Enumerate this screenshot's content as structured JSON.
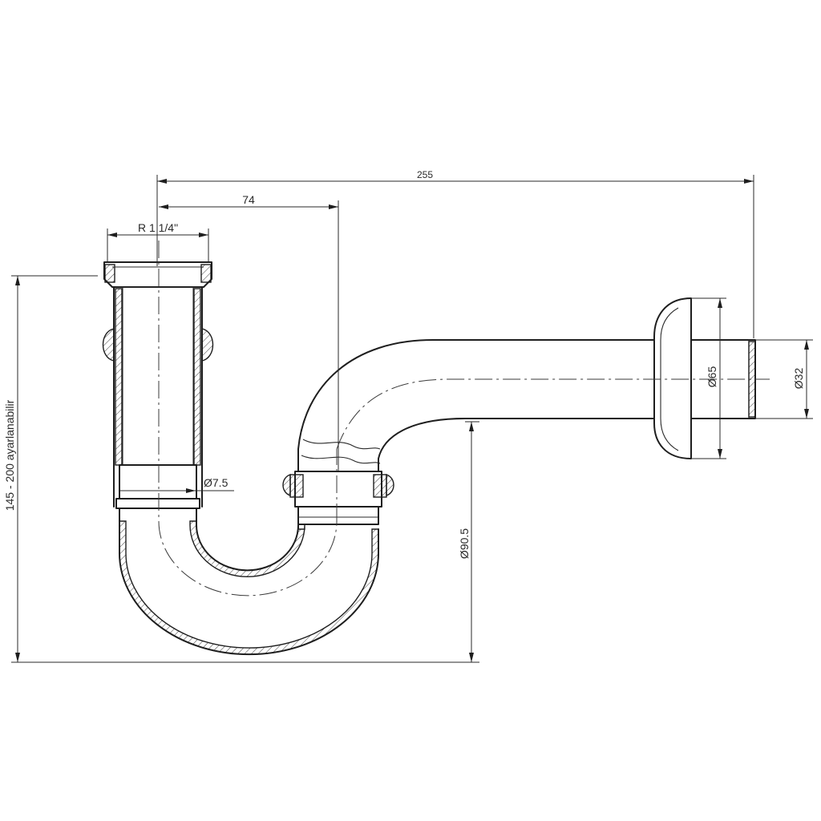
{
  "dimensions": {
    "overall_length": "255",
    "inlet_offset": "74",
    "thread_size": "R 1 1/4\"",
    "height_adjustable": "145 - 200 ayarlanabilir",
    "wall_thickness": "Ø7.5",
    "flange_diameter": "Ø65",
    "outlet_diameter": "Ø32",
    "outlet_height": "Ø90.5"
  }
}
